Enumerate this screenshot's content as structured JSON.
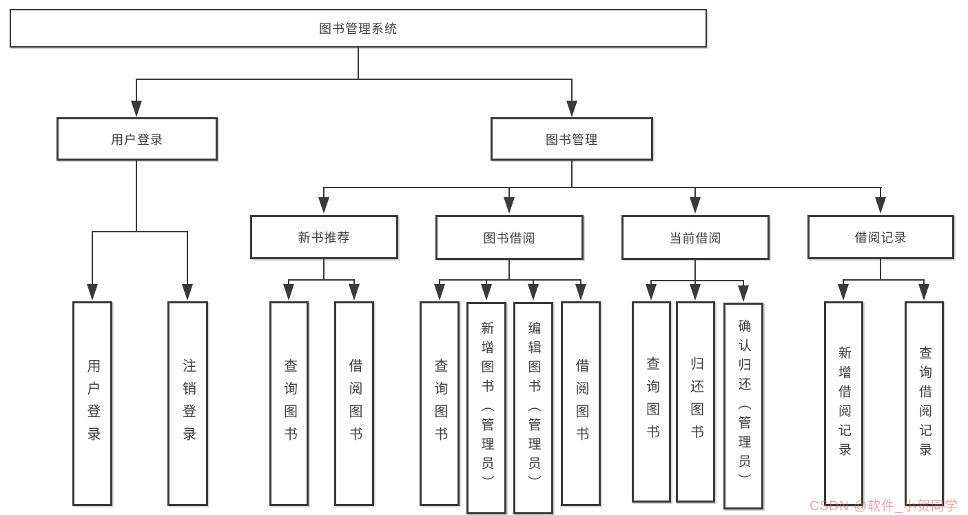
{
  "diagram": {
    "title": "图书管理系统",
    "root": {
      "label": "图书管理系统"
    },
    "branches": [
      {
        "label": "用户登录",
        "children": [
          "用户登录",
          "注销登录"
        ]
      },
      {
        "label": "图书管理",
        "children": [
          {
            "label": "新书推荐",
            "children": [
              "查询图书",
              "借阅图书"
            ]
          },
          {
            "label": "图书借阅",
            "children": [
              "查询图书",
              "新增图书（管理员）",
              "编辑图书（管理员）",
              "借阅图书"
            ]
          },
          {
            "label": "当前借阅",
            "children": [
              "查询图书",
              "归还图书",
              "确认归还（管理员）"
            ]
          },
          {
            "label": "借阅记录",
            "children": [
              "新增借阅记录",
              "查询借阅记录"
            ]
          }
        ]
      }
    ],
    "line_color": "#3a3a3a"
  },
  "watermark": {
    "text": "CSDN @软件_小贺同学",
    "color": "#d66060"
  }
}
